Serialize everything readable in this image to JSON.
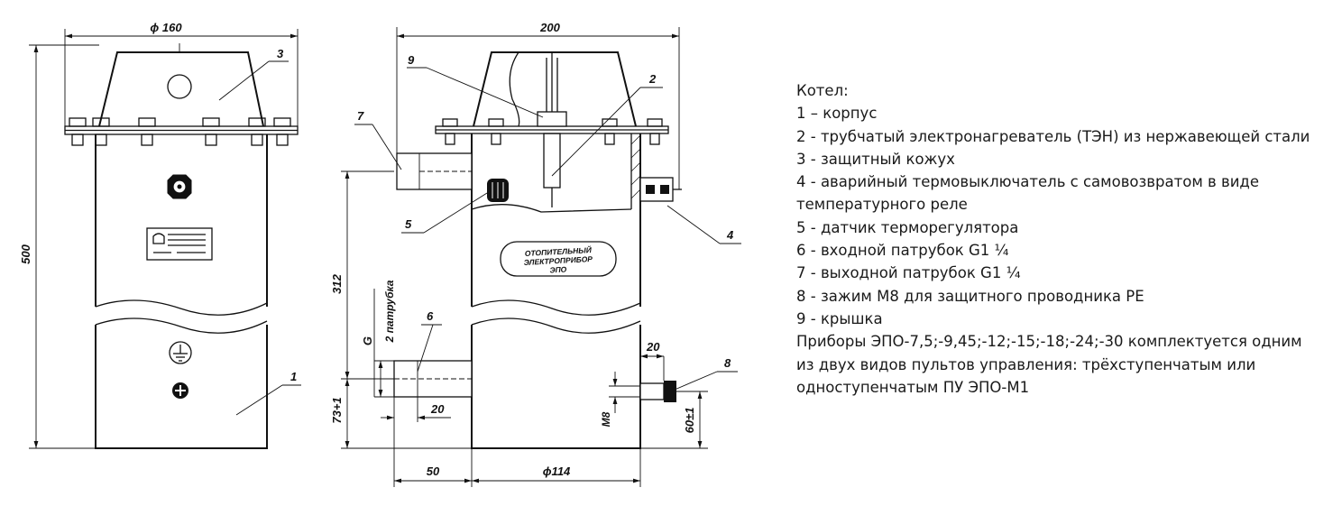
{
  "drawing": {
    "left_view": {
      "dim_diameter": "ϕ 160",
      "dim_height": "500",
      "callout_shroud": "3",
      "callout_body": "1"
    },
    "front_view": {
      "dim_width": "200",
      "dim_inlet_height": "312",
      "dim_inlet_bottom": "73+1",
      "dim_pipe_len": "50",
      "dim_body_diameter": "ϕ114",
      "dim_inlet_stub": "20",
      "dim_terminal_stub": "20",
      "dim_terminal_height": "60±1",
      "thread_label": "G",
      "pipe_note": "2 патрубка",
      "terminal_thread": "M8",
      "nameplate_line1": "ОТОПИТЕЛЬНЫЙ",
      "nameplate_line2": "ЭЛЕКТРОПРИБОР",
      "nameplate_line3": "ЭПО",
      "callouts": [
        "9",
        "2",
        "7",
        "5",
        "4",
        "6",
        "8"
      ]
    }
  },
  "legend": {
    "title": "Котел:",
    "items": [
      "1 – корпус",
      "2 - трубчатый электронагреватель (ТЭН) из нержавеющей стали",
      "3 - защитный кожух",
      "4 - аварийный термовыключатель с самовозвратом в виде",
      "температурного реле",
      "5 - датчик терморегулятора",
      "6 - входной патрубок G1 ¼",
      "7 - выходной патрубок G1 ¼",
      "8 - зажим М8 для защитного проводника РЕ",
      "9 - крышка",
      "Приборы ЭПО-7,5;-9,45;-12;-15;-18;-24;-30 комплектуется одним",
      "из двух видов пультов управления: трёхступенчатым или",
      "одноступенчатым ПУ ЭПО-М1"
    ]
  }
}
